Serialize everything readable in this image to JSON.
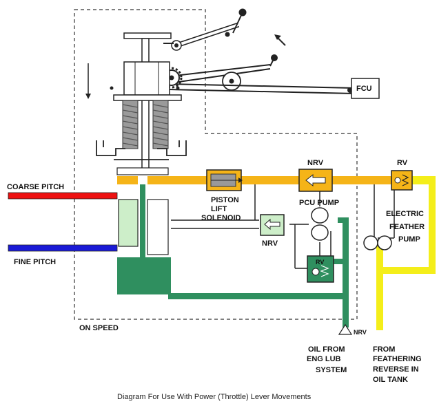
{
  "colors": {
    "coarse": "#ee1111",
    "fine": "#1a1ad6",
    "pressure": "#f5b418",
    "return_oil": "#2f8f5f",
    "feather": "#f4ee1a",
    "spring": "#8a8a8a",
    "piston_fill": "#cdeec9",
    "outline": "#222222"
  },
  "labels": {
    "fcu": "FCU",
    "coarse_pitch": "COARSE PITCH",
    "fine_pitch": "FINE PITCH",
    "on_speed": "ON SPEED",
    "nrv_top": "NRV",
    "rv_top": "RV",
    "piston_lift_solenoid": [
      "PISTON",
      "LIFT",
      "SOLENOID"
    ],
    "pcu_pump": "PCU PUMP",
    "nrv_mid": "NRV",
    "rv_small": "RV",
    "electric_feather_pump": [
      "ELECTRIC",
      "FEATHER",
      "PUMP"
    ],
    "nrv_bottom": "NRV",
    "oil_from": [
      "OIL FROM",
      "ENG LUB",
      "SYSTEM"
    ],
    "from_feathering": [
      "FROM",
      "FEATHERING",
      "REVERSE IN",
      "OIL TANK"
    ]
  },
  "caption": "Diagram For Use With Power (Throttle) Lever Movements",
  "icons": {
    "movement_arrow": "diagonal-arrow-icon",
    "spool_arrow": "down-arrow-icon",
    "pump": "gear-pump-icon"
  }
}
